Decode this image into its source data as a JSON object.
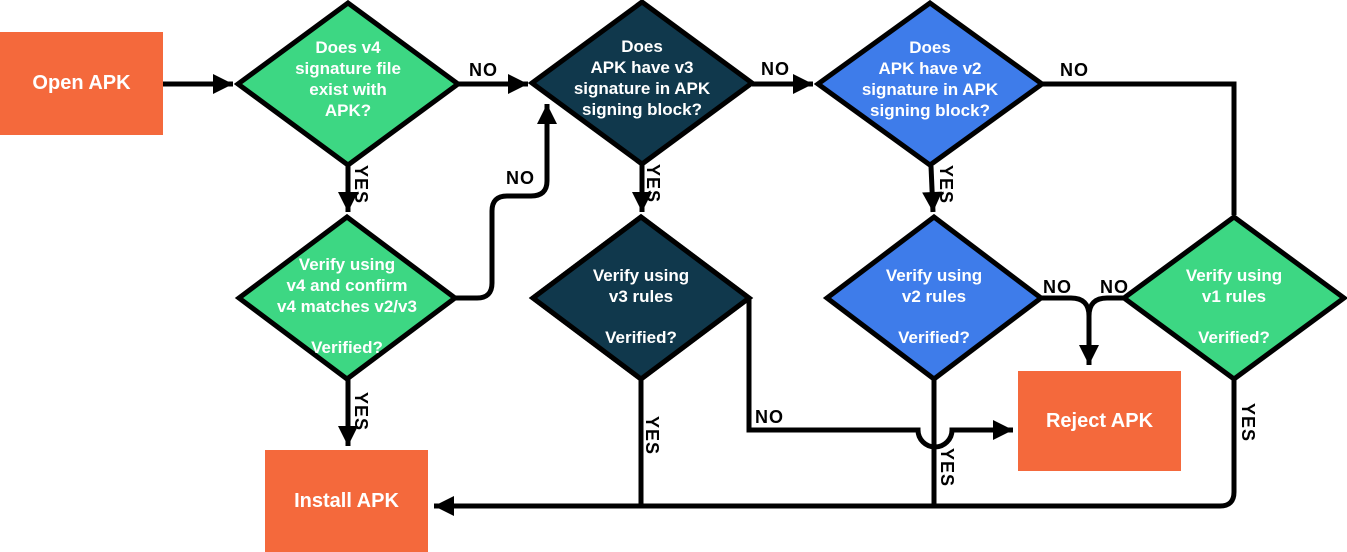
{
  "title": "APK signature verification flowchart",
  "colors": {
    "orange": "#F4693C",
    "green": "#3DD783",
    "navy": "#10384C",
    "blue": "#3E7CEA",
    "line": "#000000",
    "text_light": "#FFFFFF",
    "background": "#FFFFFF"
  },
  "nodes": {
    "open_apk": {
      "type": "start",
      "color": "orange",
      "label": "Open APK"
    },
    "v4_exists": {
      "type": "decision",
      "color": "green",
      "label": "Does v4\nsignature file\nexist with\nAPK?"
    },
    "v3_in_block": {
      "type": "decision",
      "color": "navy",
      "label": "Does\nAPK have v3\nsignature in APK\nsigning block?"
    },
    "v2_in_block": {
      "type": "decision",
      "color": "blue",
      "label": "Does\nAPK have v2\nsignature in APK\nsigning block?"
    },
    "verify_v4": {
      "type": "decision",
      "color": "green",
      "label": "Verify using\nv4 and confirm\nv4 matches v2/v3",
      "sub": "Verified?"
    },
    "verify_v3": {
      "type": "decision",
      "color": "navy",
      "label": "Verify using\nv3 rules",
      "sub": "Verified?"
    },
    "verify_v2": {
      "type": "decision",
      "color": "blue",
      "label": "Verify using\nv2 rules",
      "sub": "Verified?"
    },
    "verify_v1": {
      "type": "decision",
      "color": "green",
      "label": "Verify using\nv1 rules",
      "sub": "Verified?"
    },
    "reject_apk": {
      "type": "end",
      "color": "orange",
      "label": "Reject APK"
    },
    "install_apk": {
      "type": "end",
      "color": "orange",
      "label": "Install APK"
    }
  },
  "edges": [
    {
      "from": "open_apk",
      "to": "v3_in_block... (direct arrow to v4_exists)",
      "label": ""
    },
    {
      "from": "v4_exists",
      "to": "v3_in_block",
      "label": "NO"
    },
    {
      "from": "v4_exists",
      "to": "verify_v4",
      "label": "YES"
    },
    {
      "from": "verify_v4",
      "to": "v3_in_block",
      "label": "NO"
    },
    {
      "from": "verify_v4",
      "to": "install_apk",
      "label": "YES"
    },
    {
      "from": "v3_in_block",
      "to": "v2_in_block",
      "label": "NO"
    },
    {
      "from": "v3_in_block",
      "to": "verify_v3",
      "label": "YES"
    },
    {
      "from": "verify_v3",
      "to": "reject_apk",
      "label": "NO"
    },
    {
      "from": "verify_v3",
      "to": "install_apk",
      "label": "YES"
    },
    {
      "from": "v2_in_block",
      "to": "verify_v1",
      "label": "NO"
    },
    {
      "from": "v2_in_block",
      "to": "verify_v2",
      "label": "YES"
    },
    {
      "from": "verify_v2",
      "to": "reject_apk",
      "label": "NO"
    },
    {
      "from": "verify_v2",
      "to": "install_apk",
      "label": "YES"
    },
    {
      "from": "verify_v1",
      "to": "reject_apk",
      "label": "NO"
    },
    {
      "from": "verify_v1",
      "to": "install_apk",
      "label": "YES"
    }
  ]
}
